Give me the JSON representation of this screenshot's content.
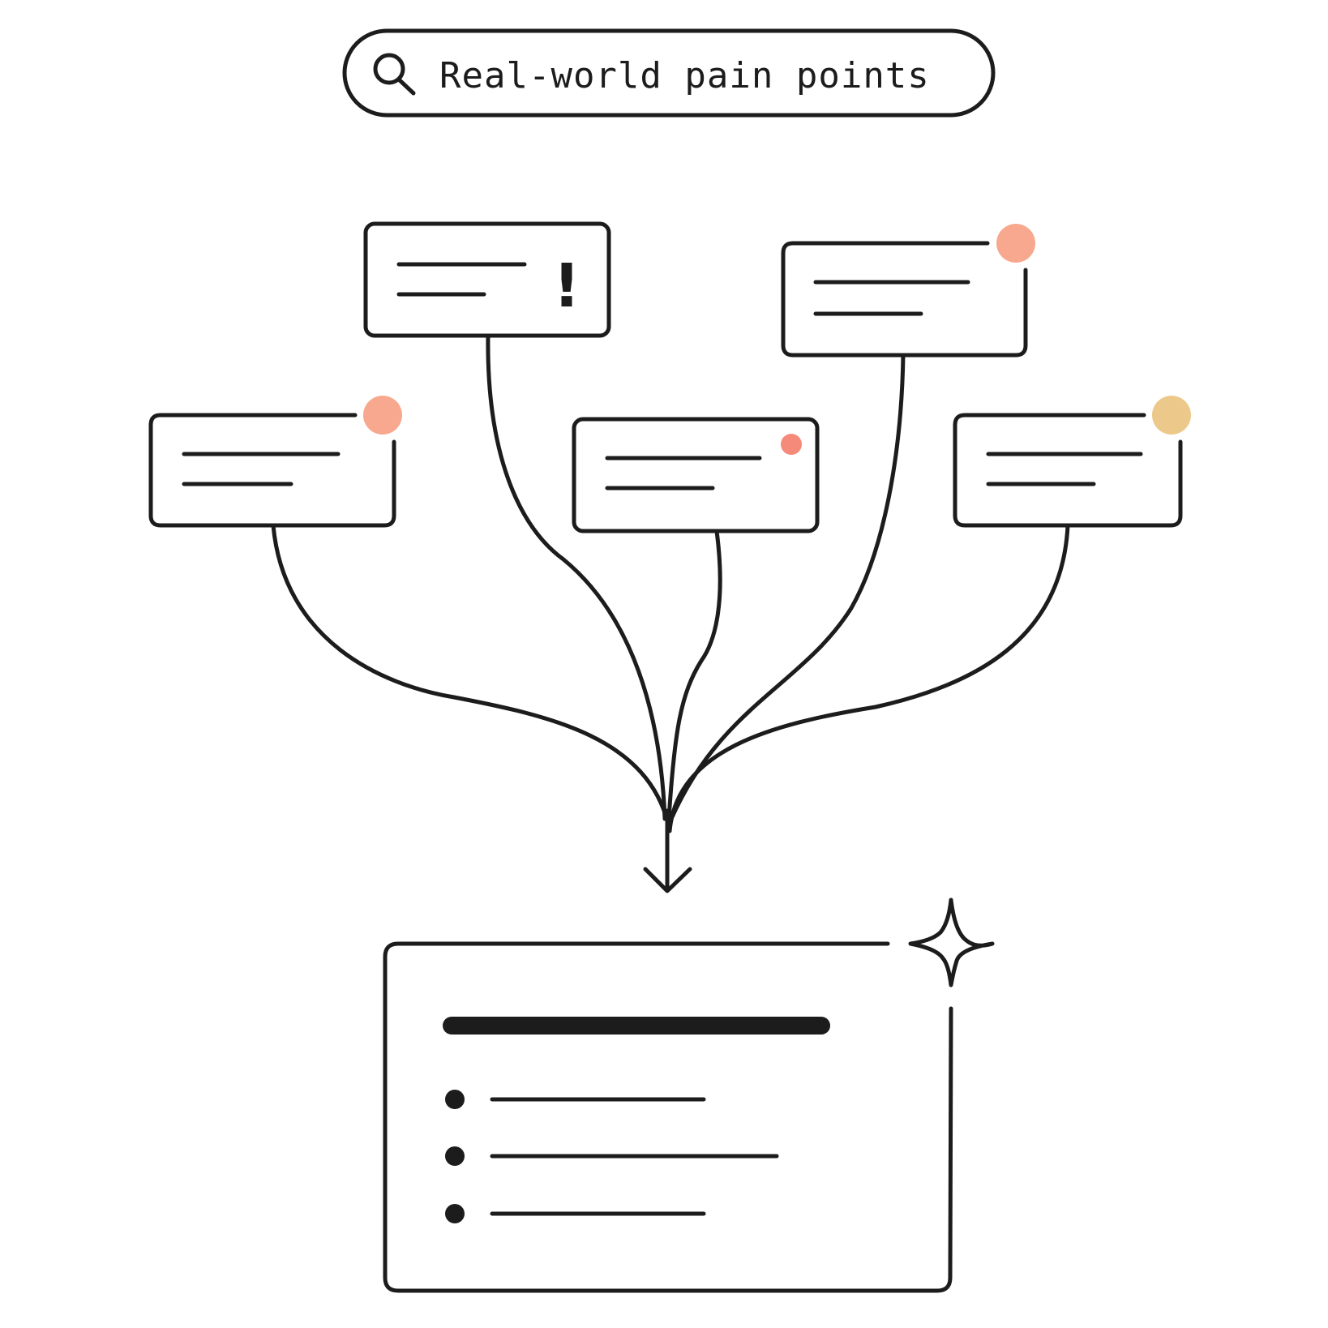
{
  "search": {
    "label": "Real-world pain points",
    "icon": "search-icon"
  },
  "source_cards": [
    {
      "id": "left",
      "indicator": "dot",
      "indicator_color": "#f8a88e"
    },
    {
      "id": "top",
      "indicator": "exclamation",
      "indicator_text": "!"
    },
    {
      "id": "middle",
      "indicator": "dot",
      "indicator_color": "#f58a7a"
    },
    {
      "id": "upper-right",
      "indicator": "dot",
      "indicator_color": "#f8a88e"
    },
    {
      "id": "right",
      "indicator": "dot",
      "indicator_color": "#ecc98a"
    }
  ],
  "result_card": {
    "icon": "sparkle-icon",
    "bullet_count": 3
  },
  "colors": {
    "ink": "#1c1c1c",
    "background": "#ffffff",
    "dot_salmon": "#f8a88e",
    "dot_coral": "#f58a7a",
    "dot_sand": "#ecc98a"
  }
}
